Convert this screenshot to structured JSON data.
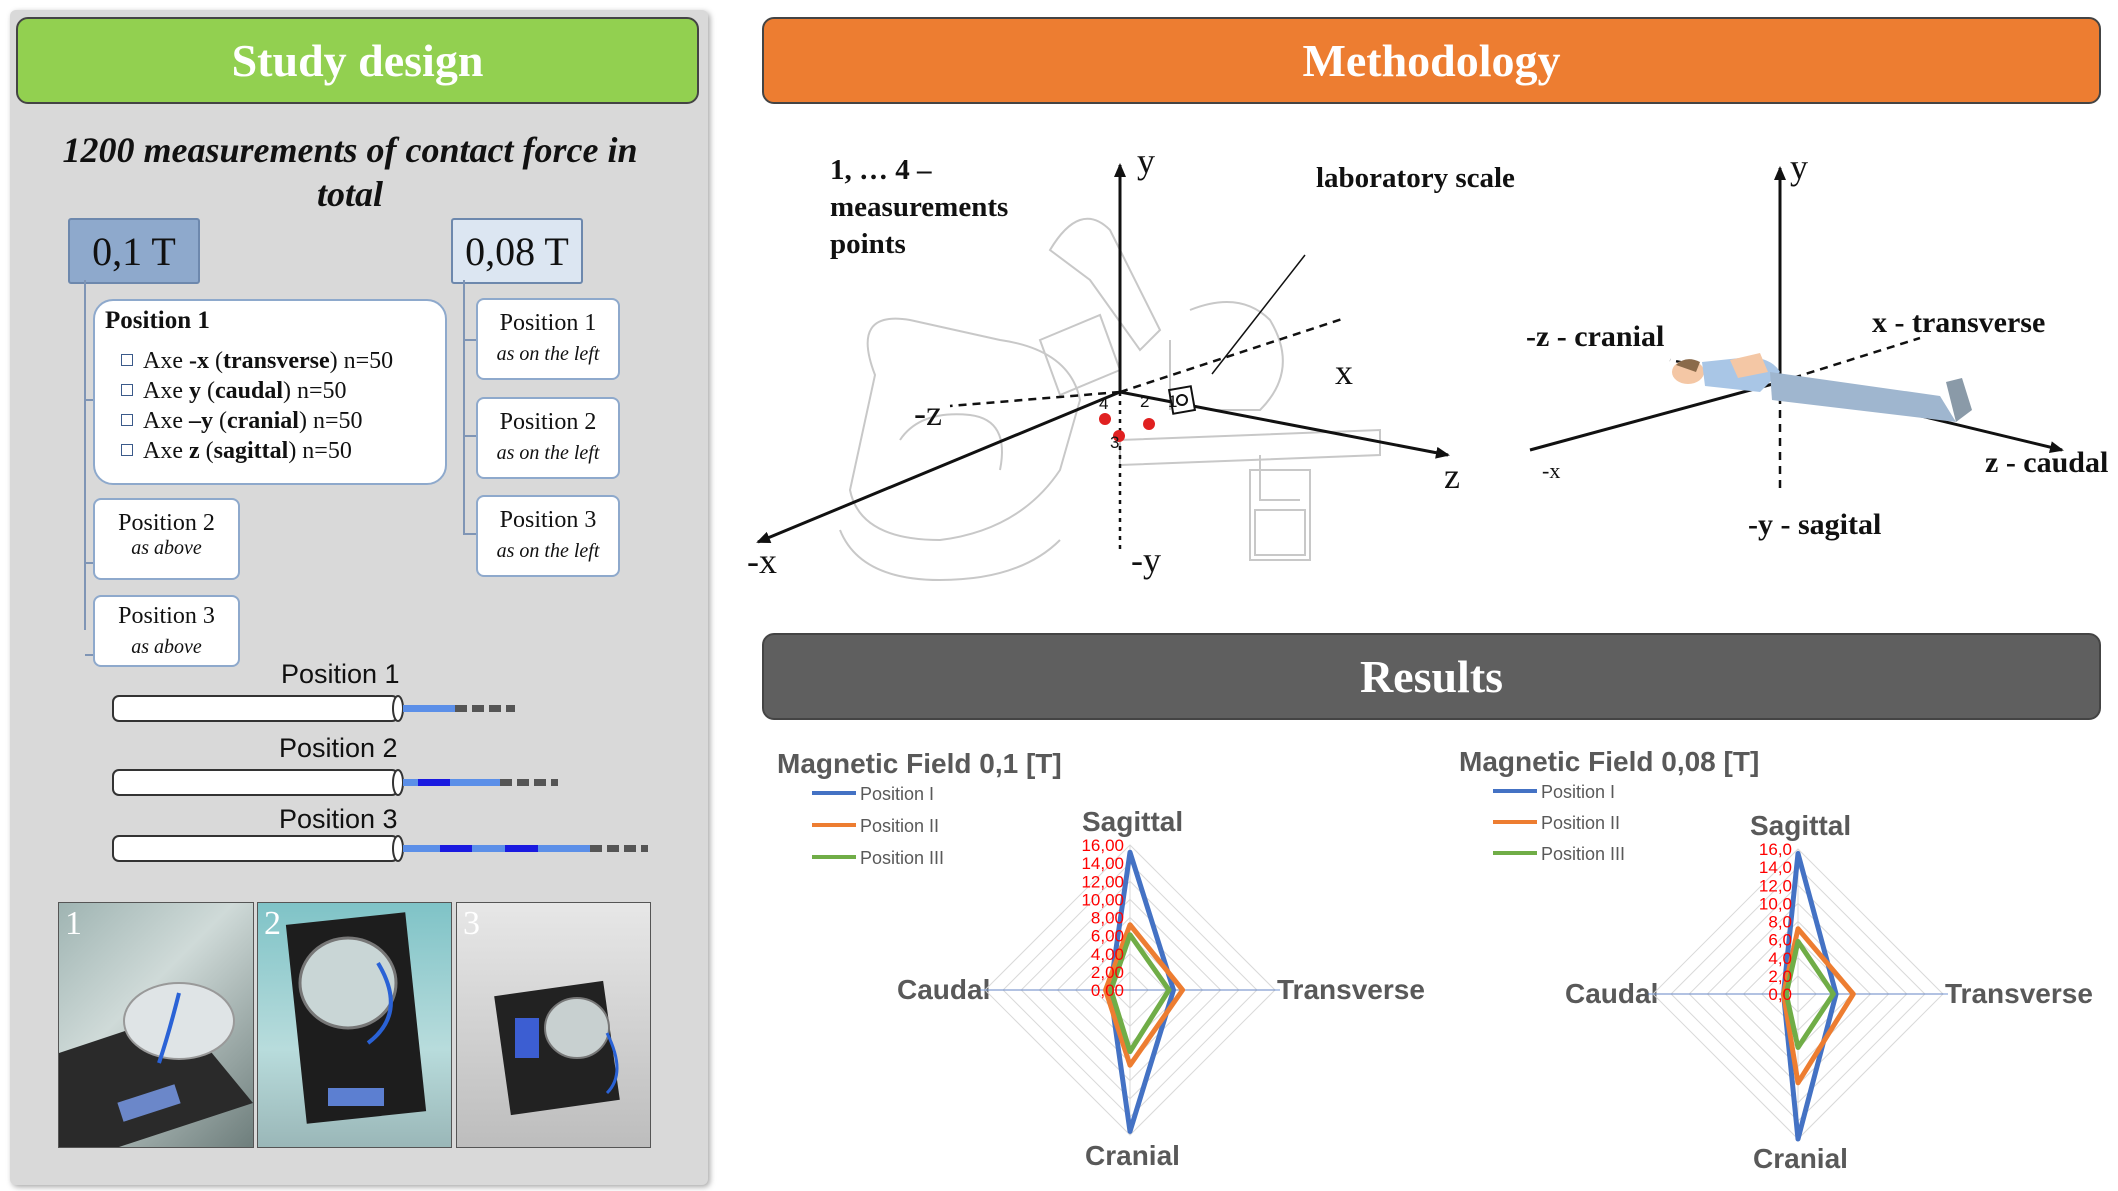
{
  "study_design": {
    "title": "Study design",
    "total": "1200 measurements of contact force in total",
    "field_a": "0,1 T",
    "field_b": "0,08 T",
    "position1": {
      "title": "Position 1",
      "items": [
        {
          "pre": "Axe ",
          "bold": "-x",
          "mid": " (",
          "bold2": "transverse",
          "post": ") n=50"
        },
        {
          "pre": "Axe ",
          "bold": "y",
          "mid": "  (",
          "bold2": "caudal",
          "post": ") n=50"
        },
        {
          "pre": "Axe ",
          "bold": "–y",
          "mid": " (",
          "bold2": "cranial",
          "post": ") n=50"
        },
        {
          "pre": "Axe ",
          "bold": "z",
          "mid": "  (",
          "bold2": "sagittal",
          "post": ") n=50"
        }
      ]
    },
    "left_positions": [
      {
        "label": "Position 2",
        "sub": "as above"
      },
      {
        "label": "Position 3",
        "sub": "as above"
      }
    ],
    "right_positions": [
      {
        "label": "Position 1",
        "sub": "as on the left"
      },
      {
        "label": "Position 2",
        "sub": "as on the left"
      },
      {
        "label": "Position 3",
        "sub": "as on the left"
      }
    ],
    "catheters": [
      "Position 1",
      "Position 2",
      "Position 3"
    ],
    "photos": [
      "1",
      "2",
      "3"
    ]
  },
  "methodology": {
    "title": "Methodology",
    "points_label": [
      "1, … 4 –",
      "measurements",
      "points"
    ],
    "scale_label": "laboratory scale",
    "axes_left": {
      "y": "y",
      "neg_y": "-y",
      "x": "x",
      "neg_x": "-x",
      "z": "z",
      "neg_z": "-z"
    },
    "point_numbers": [
      "1",
      "2",
      "3",
      "4"
    ],
    "axes_right": {
      "y": "y",
      "cranial": "-z - cranial",
      "transverse": "x - transverse",
      "neg_x": "-x",
      "caudal": "z - caudal",
      "sagital": "-y - sagital"
    }
  },
  "results": {
    "title": "Results",
    "colors": {
      "position1": "#4472c4",
      "position2": "#ed7d31",
      "position3": "#70ad47",
      "tick": "#ff0000"
    },
    "chart_data": [
      {
        "type": "radar",
        "title": "Magnetic Field 0,1 [T]",
        "categories": [
          "Sagittal",
          "Transverse",
          "Cranial",
          "Caudal"
        ],
        "tick_labels": [
          "0,00",
          "2,00",
          "4,00",
          "6,00",
          "8,00",
          "10,00",
          "12,00",
          "14,00",
          "16,00"
        ],
        "rlim": [
          0,
          16
        ],
        "legend": [
          "Position I",
          "Position II",
          "Position III"
        ],
        "series": [
          {
            "name": "Position I",
            "values": [
              15.2,
              4.8,
              15.6,
              2.2
            ]
          },
          {
            "name": "Position II",
            "values": [
              7.2,
              5.8,
              8.3,
              2.7
            ]
          },
          {
            "name": "Position III",
            "values": [
              6.1,
              4.3,
              6.8,
              2.1
            ]
          }
        ]
      },
      {
        "type": "radar",
        "title": "Magnetic Field 0,08 [T]",
        "categories": [
          "Sagittal",
          "Transverse",
          "Cranial",
          "Caudal"
        ],
        "tick_labels": [
          "0,0",
          "2,0",
          "4,0",
          "6,0",
          "8,0",
          "10,0",
          "12,0",
          "14,0",
          "16,0"
        ],
        "rlim": [
          0,
          16
        ],
        "legend": [
          "Position I",
          "Position II",
          "Position III"
        ],
        "series": [
          {
            "name": "Position I",
            "values": [
              15.5,
              4.2,
              16.0,
              1.6
            ]
          },
          {
            "name": "Position II",
            "values": [
              7.2,
              6.1,
              9.8,
              1.6
            ]
          },
          {
            "name": "Position III",
            "values": [
              5.8,
              3.9,
              5.9,
              1.3
            ]
          }
        ]
      }
    ]
  }
}
